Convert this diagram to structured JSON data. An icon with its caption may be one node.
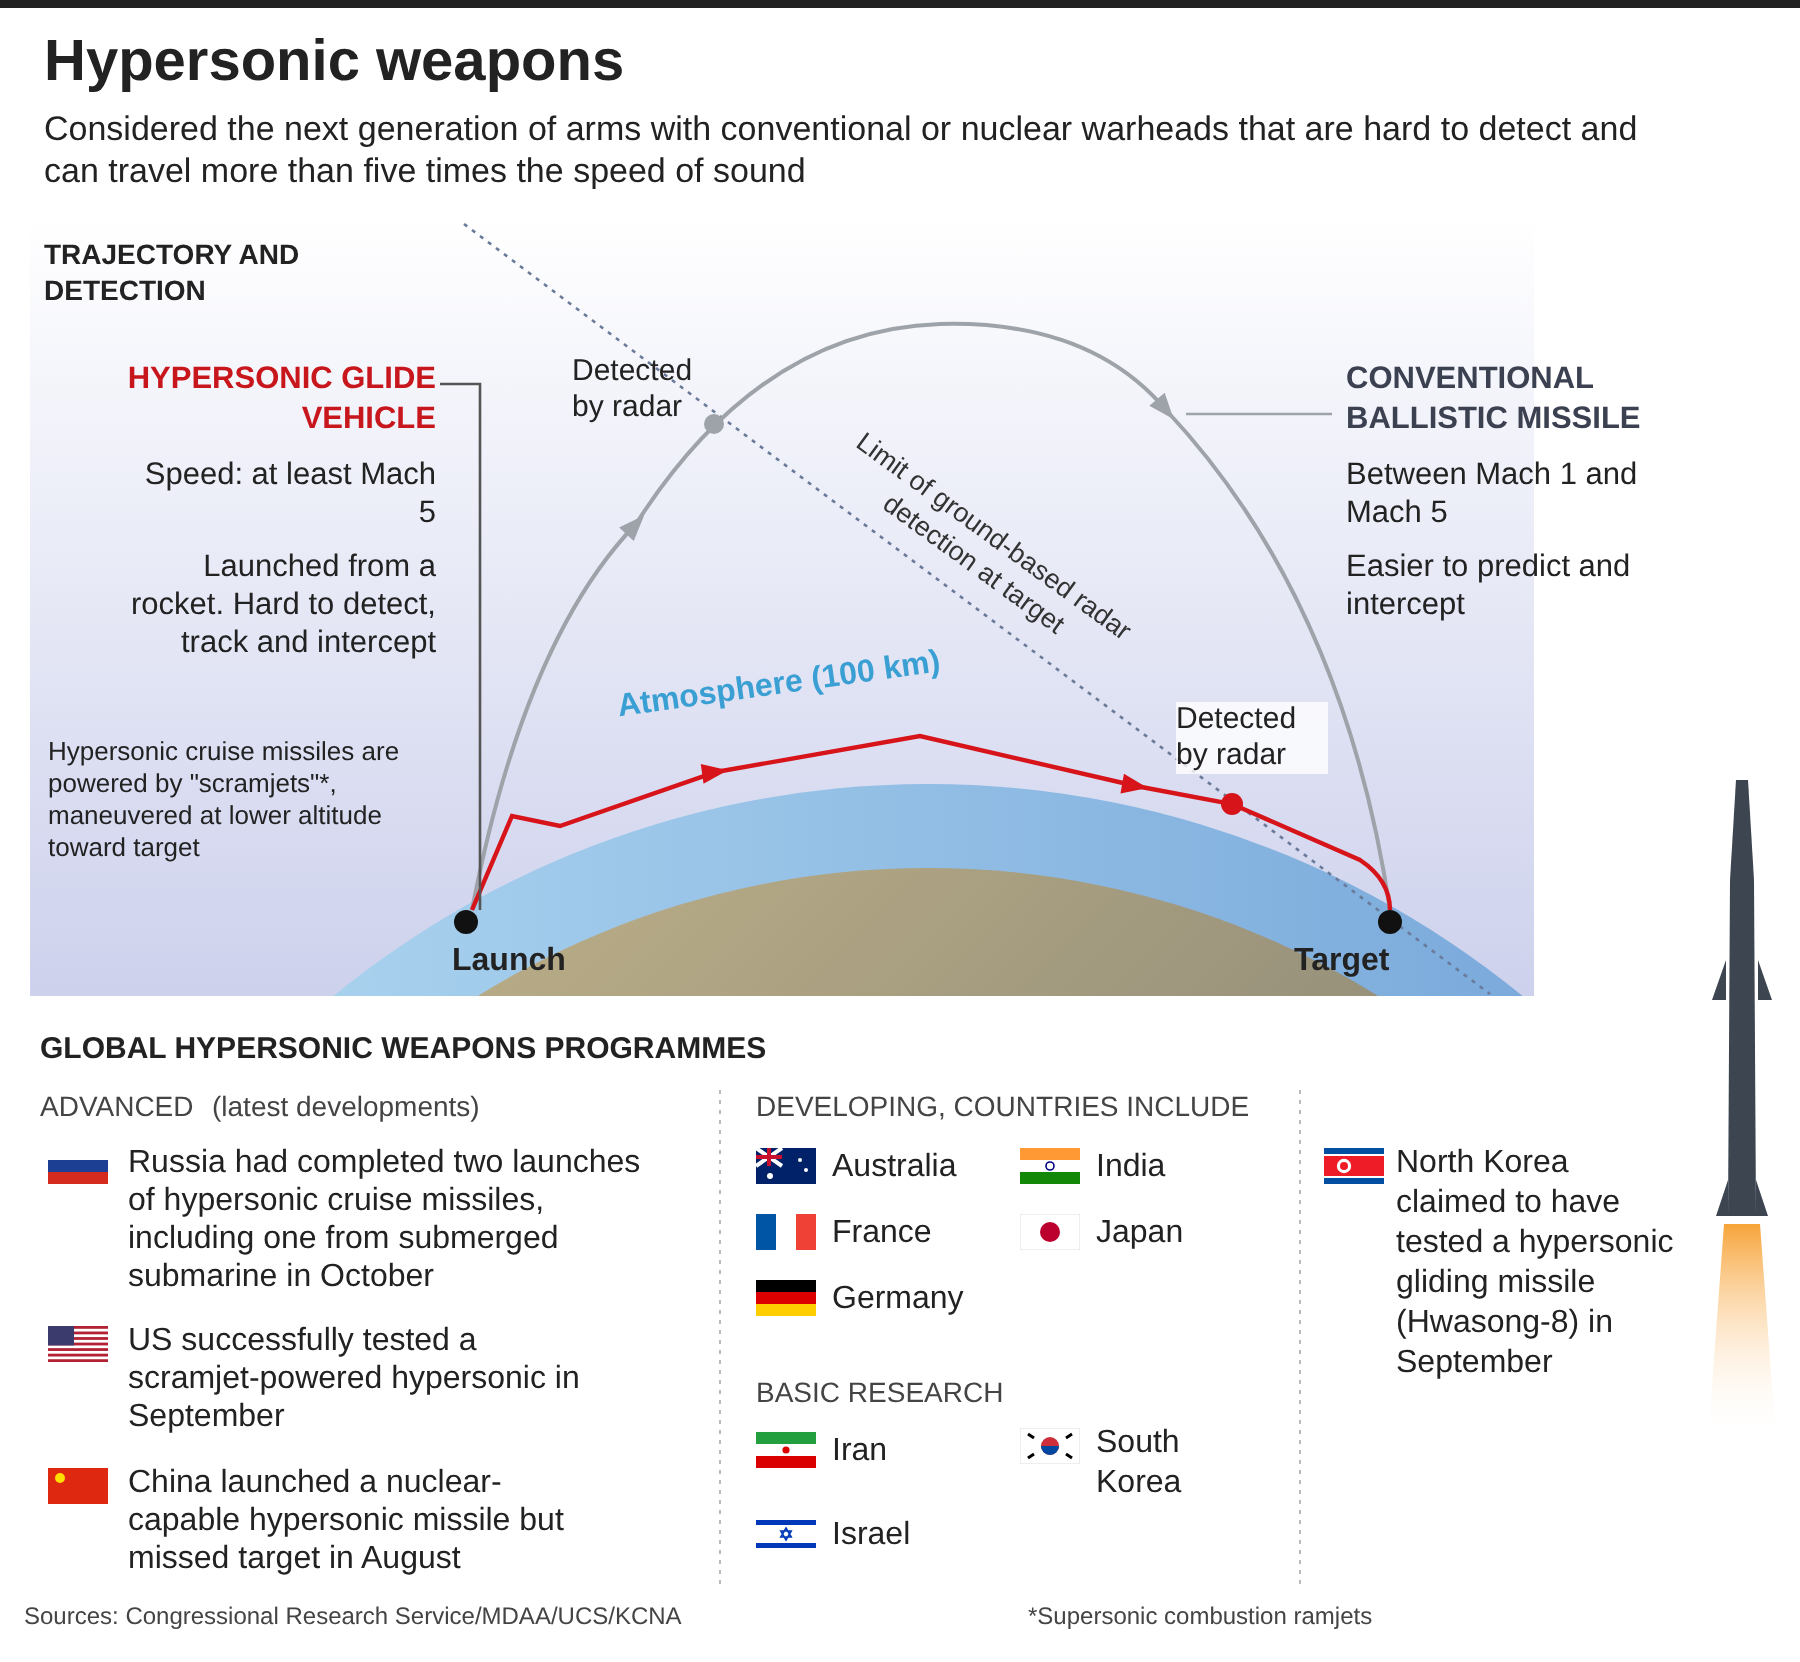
{
  "diagram": {
    "title": "Hypersonic weapons",
    "nodes": [
      {
        "text": [
          "HYPERSONIC GLIDE VEHICLE",
          "Speed: at least Mach 5",
          "Launched from a rocket. Hard to detect, track and intercept"
        ]
      },
      {
        "text": [
          "CONVENTIONAL BALLISTIC MISSILE",
          "Between Mach 1 and Mach 5",
          "Easier to predict and intercept"
        ]
      },
      {
        "text": [
          "Launch"
        ]
      },
      {
        "text": [
          "Target"
        ]
      }
    ],
    "edges": [
      {
        "from": 2,
        "to": 3,
        "arrow": "to"
      },
      {
        "from": 2,
        "to": 3,
        "arrow": "to",
        "color": "#d7141a"
      },
      {
        "from": 0,
        "to": 2,
        "arrow": "none"
      },
      {
        "from": 1,
        "to": null,
        "arrow": "none"
      }
    ],
    "labels": [
      "Considered the next generation of arms with conventional or nuclear warheads that are hard to detect and can travel more than five times the speed of sound",
      "TRAJECTORY AND DETECTION",
      "Detected by radar",
      "Limit of ground-based radar detection at target",
      "Atmosphere (100 km)",
      "Hypersonic cruise missiles are powered by \"scramjets\"*, maneuvered at lower altitude toward target",
      "Detected by radar",
      "GLOBAL HYPERSONIC WEAPONS PROGRAMMES",
      "ADVANCED",
      "(latest developments)",
      "Russia had completed two launches of hypersonic cruise missiles, including one from submerged submarine in October",
      "US successfully tested a scramjet-powered hypersonic in September",
      "China launched a nuclear-capable hypersonic missile but missed target in August",
      "DEVELOPING, COUNTRIES INCLUDE",
      "Australia",
      "India",
      "France",
      "Japan",
      "Germany",
      "BASIC RESEARCH",
      "Iran",
      "South Korea",
      "Israel",
      "North Korea claimed to have tested a hypersonic gliding missile (Hwasong-8) in September",
      "Sources: Congressional Research Service/MDAA/UCS/KCNA",
      "*Supersonic combustion ramjets"
    ]
  }
}
